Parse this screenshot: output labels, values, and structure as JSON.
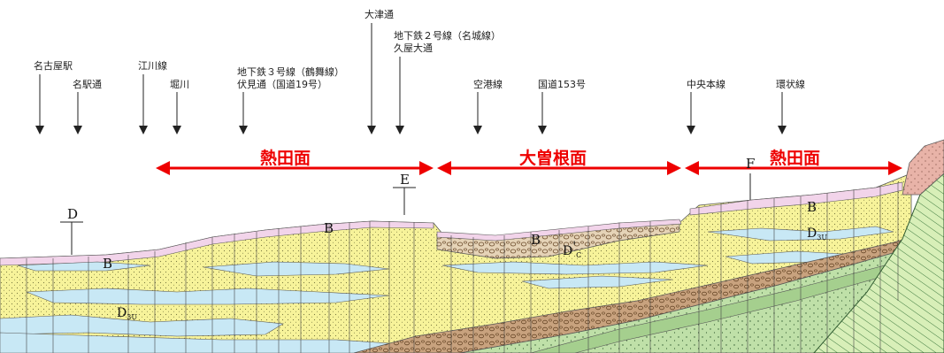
{
  "streets": [
    {
      "label": "名古屋駅"
    },
    {
      "label": "名駅通"
    },
    {
      "label": "江川線"
    },
    {
      "label": "堀川"
    },
    {
      "label": "地下鉄３号線（鶴舞線）"
    },
    {
      "label": "伏見通（国道19号）"
    },
    {
      "label": "大津通"
    },
    {
      "label": "地下鉄２号線（名城線）"
    },
    {
      "label": "久屋大通"
    },
    {
      "label": "空港線"
    },
    {
      "label": "国道153号"
    },
    {
      "label": "中央本線"
    },
    {
      "label": "環状線"
    }
  ],
  "sections": [
    {
      "label": "熱田面"
    },
    {
      "label": "大曽根面"
    },
    {
      "label": "熱田面"
    }
  ],
  "markers": [
    {
      "label": "D"
    },
    {
      "label": "E"
    },
    {
      "label": "F"
    }
  ],
  "units": {
    "b": "B",
    "d3u": "D",
    "d3u_sub": "3U",
    "dc": "D",
    "dc_sup": "'",
    "dc_sub": "C"
  },
  "colors": {
    "yellow_layer": "#f7f39a",
    "blue_lens": "#c8e8f5",
    "pink_surface": "#f2d4ea",
    "tan_gravel": "#c8a27e",
    "green_bedrock": "#bfe0a8",
    "salmon_cap": "#e8b3a8",
    "red_arrow": "#ee0000"
  }
}
